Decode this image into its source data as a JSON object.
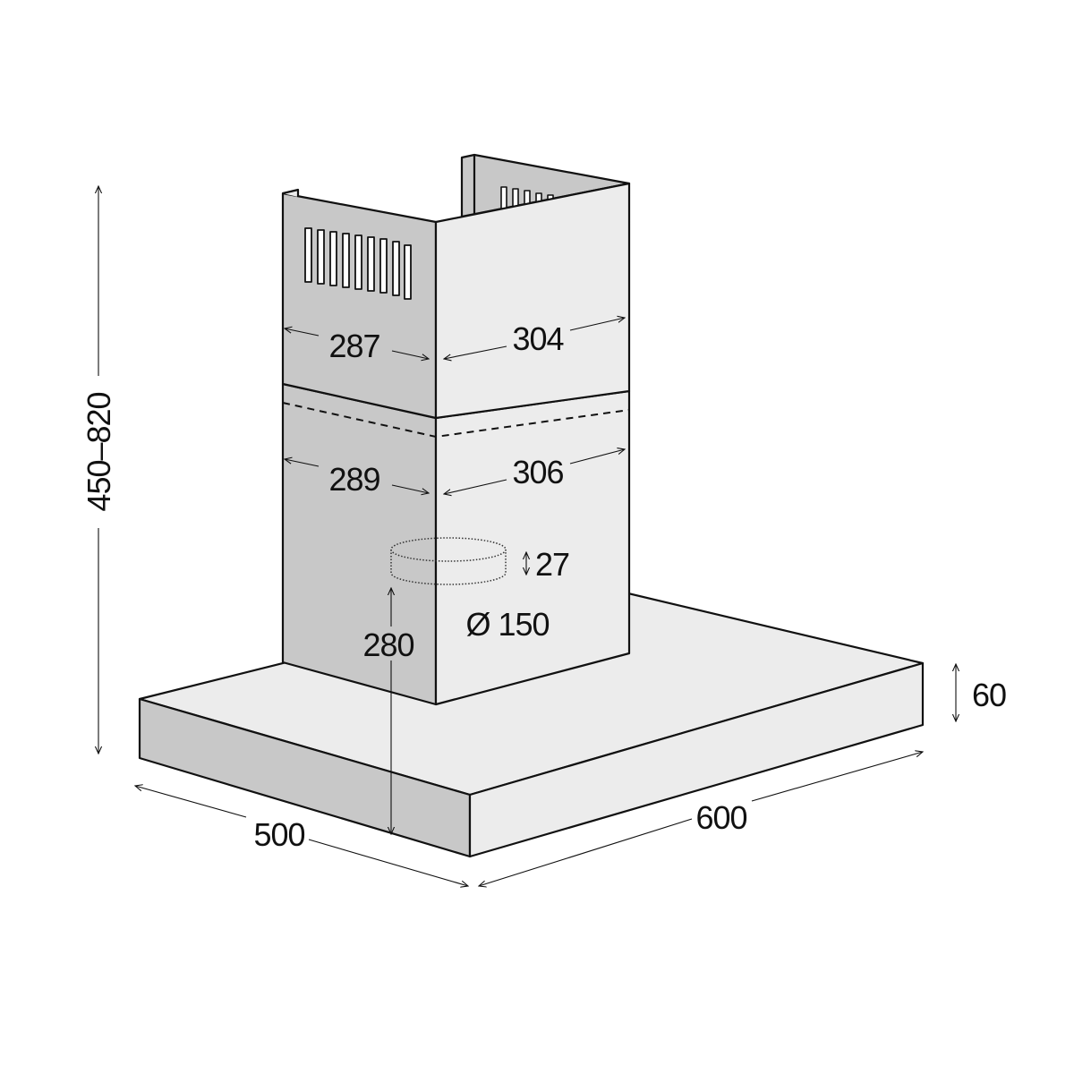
{
  "title": "Chimney hood dimensions",
  "colors": {
    "dark_face": "#c8c8c8",
    "light_face": "#ececec",
    "line": "#111111"
  },
  "dimensions": {
    "upper_chimney_depth": "287",
    "upper_chimney_width": "304",
    "lower_chimney_depth": "289",
    "lower_chimney_width": "306",
    "outlet_collar_height": "27",
    "outlet_diameter": "Ø 150",
    "outlet_to_bottom": "280",
    "canopy_height": "60",
    "canopy_depth": "500",
    "canopy_width": "600",
    "total_height": "450–820"
  }
}
